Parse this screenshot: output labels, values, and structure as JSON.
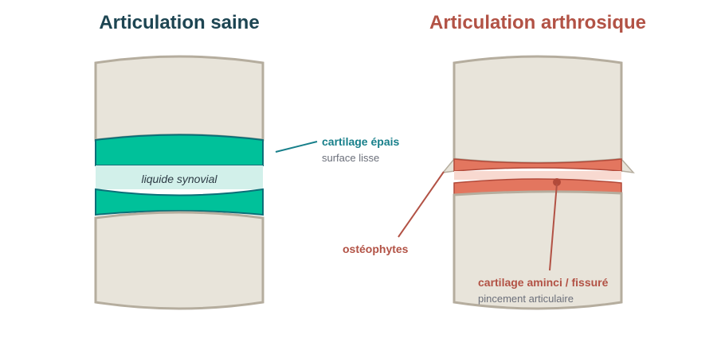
{
  "healthy": {
    "title": "Articulation saine",
    "fluid_label": "liquide synovial",
    "cartilage_label": "cartilage épais",
    "cartilage_sublabel": "surface lisse"
  },
  "arthritic": {
    "title": "Articulation arthrosique",
    "osteophytes_label": "ostéophytes",
    "cartilage_label": "cartilage aminci / fissuré",
    "cartilage_sublabel": "pincement articulaire"
  },
  "colors": {
    "healthy_title": "#1d4552",
    "arthritic_title": "#b25245",
    "bone_fill": "#e8e4da",
    "bone_stroke": "#b5ad9e",
    "healthy_cartilage": "#00c19a",
    "healthy_cartilage_stroke": "#0c6f78",
    "synovial_fluid": "#d2f0ea",
    "healthy_label": "#177f8a",
    "arthritic_cartilage": "#e3765f",
    "arthritic_cartilage_stroke": "#b24a3a",
    "arthritic_gap": "#f8d9d0",
    "arthritic_label": "#b25245"
  }
}
